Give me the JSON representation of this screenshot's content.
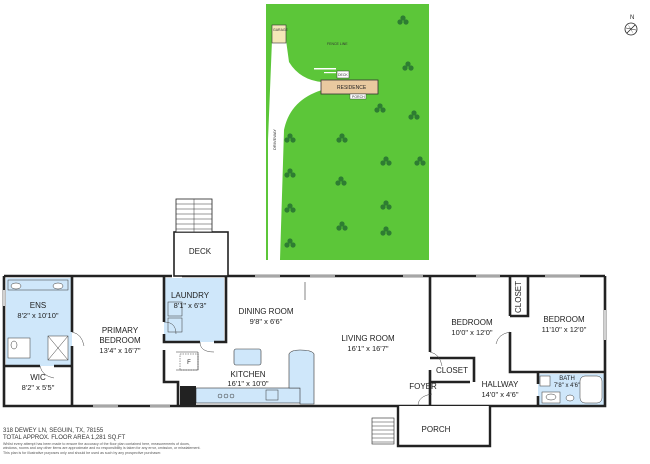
{
  "site": {
    "labels": {
      "garage": "GARAGE",
      "residence": "RESIDENCE",
      "deck": "DECK",
      "porch": "PORCH",
      "driveway": "DRIVEWAY",
      "fence": "FENCE LINE"
    },
    "compass": "N"
  },
  "rooms": {
    "ens": {
      "name": "ENS",
      "dims": "8'2\" x 10'10\""
    },
    "wic": {
      "name": "WIC",
      "dims": "8'2\" x 5'5\""
    },
    "primary": {
      "name": "PRIMARY\nBEDROOM",
      "name_line1": "PRIMARY",
      "name_line2": "BEDROOM",
      "dims": "13'4\" x 16'7\""
    },
    "laundry": {
      "name": "LAUNDRY",
      "dims": "8'1\" x 6'3\""
    },
    "deck": {
      "name": "DECK"
    },
    "dining": {
      "name": "DINING ROOM",
      "dims": "9'8\" x 6'6\""
    },
    "kitchen": {
      "name": "KITCHEN",
      "dims": "16'1\" x 10'0\""
    },
    "pantry": {
      "name": "F"
    },
    "living": {
      "name": "LIVING ROOM",
      "dims": "16'1\" x 16'7\""
    },
    "bedroom2": {
      "name": "BEDROOM",
      "dims": "10'0\" x 12'0\""
    },
    "bedroom3": {
      "name": "BEDROOM",
      "dims": "11'10\" x 12'0\""
    },
    "closet_v": {
      "name": "CLOSET"
    },
    "closet_h": {
      "name": "CLOSET"
    },
    "hallway": {
      "name": "HALLWAY",
      "dims": "14'0\" x 4'6\""
    },
    "bath": {
      "name": "BATH",
      "dims": "7'8\" x 4'6\""
    },
    "foyer": {
      "name": "FOYER"
    },
    "porch": {
      "name": "PORCH"
    }
  },
  "footer": {
    "address": "318 DEWEY LN, SEGUIN, TX, 78155",
    "area": "TOTAL APPROX. FLOOR AREA 1,281 SQ.FT",
    "disclaimer1": "Whilst every attempt has been made to ensure the accuracy of the floor plan contained here, measurements of doors,",
    "disclaimer2": "windows, rooms and any other items are approximate and no responsibility is taken for any error, omission, or misstatement.",
    "disclaimer3": "This plan is for illustrative purposes only and should be used as such by any prospective purchaser."
  },
  "colors": {
    "lawn": "#5cc639",
    "tree": "#2e7d32",
    "wall": "#222222",
    "bath_fill": "#cfe7fa",
    "residence_fill": "#e9c9a0",
    "porch": "#2a2a2a"
  }
}
